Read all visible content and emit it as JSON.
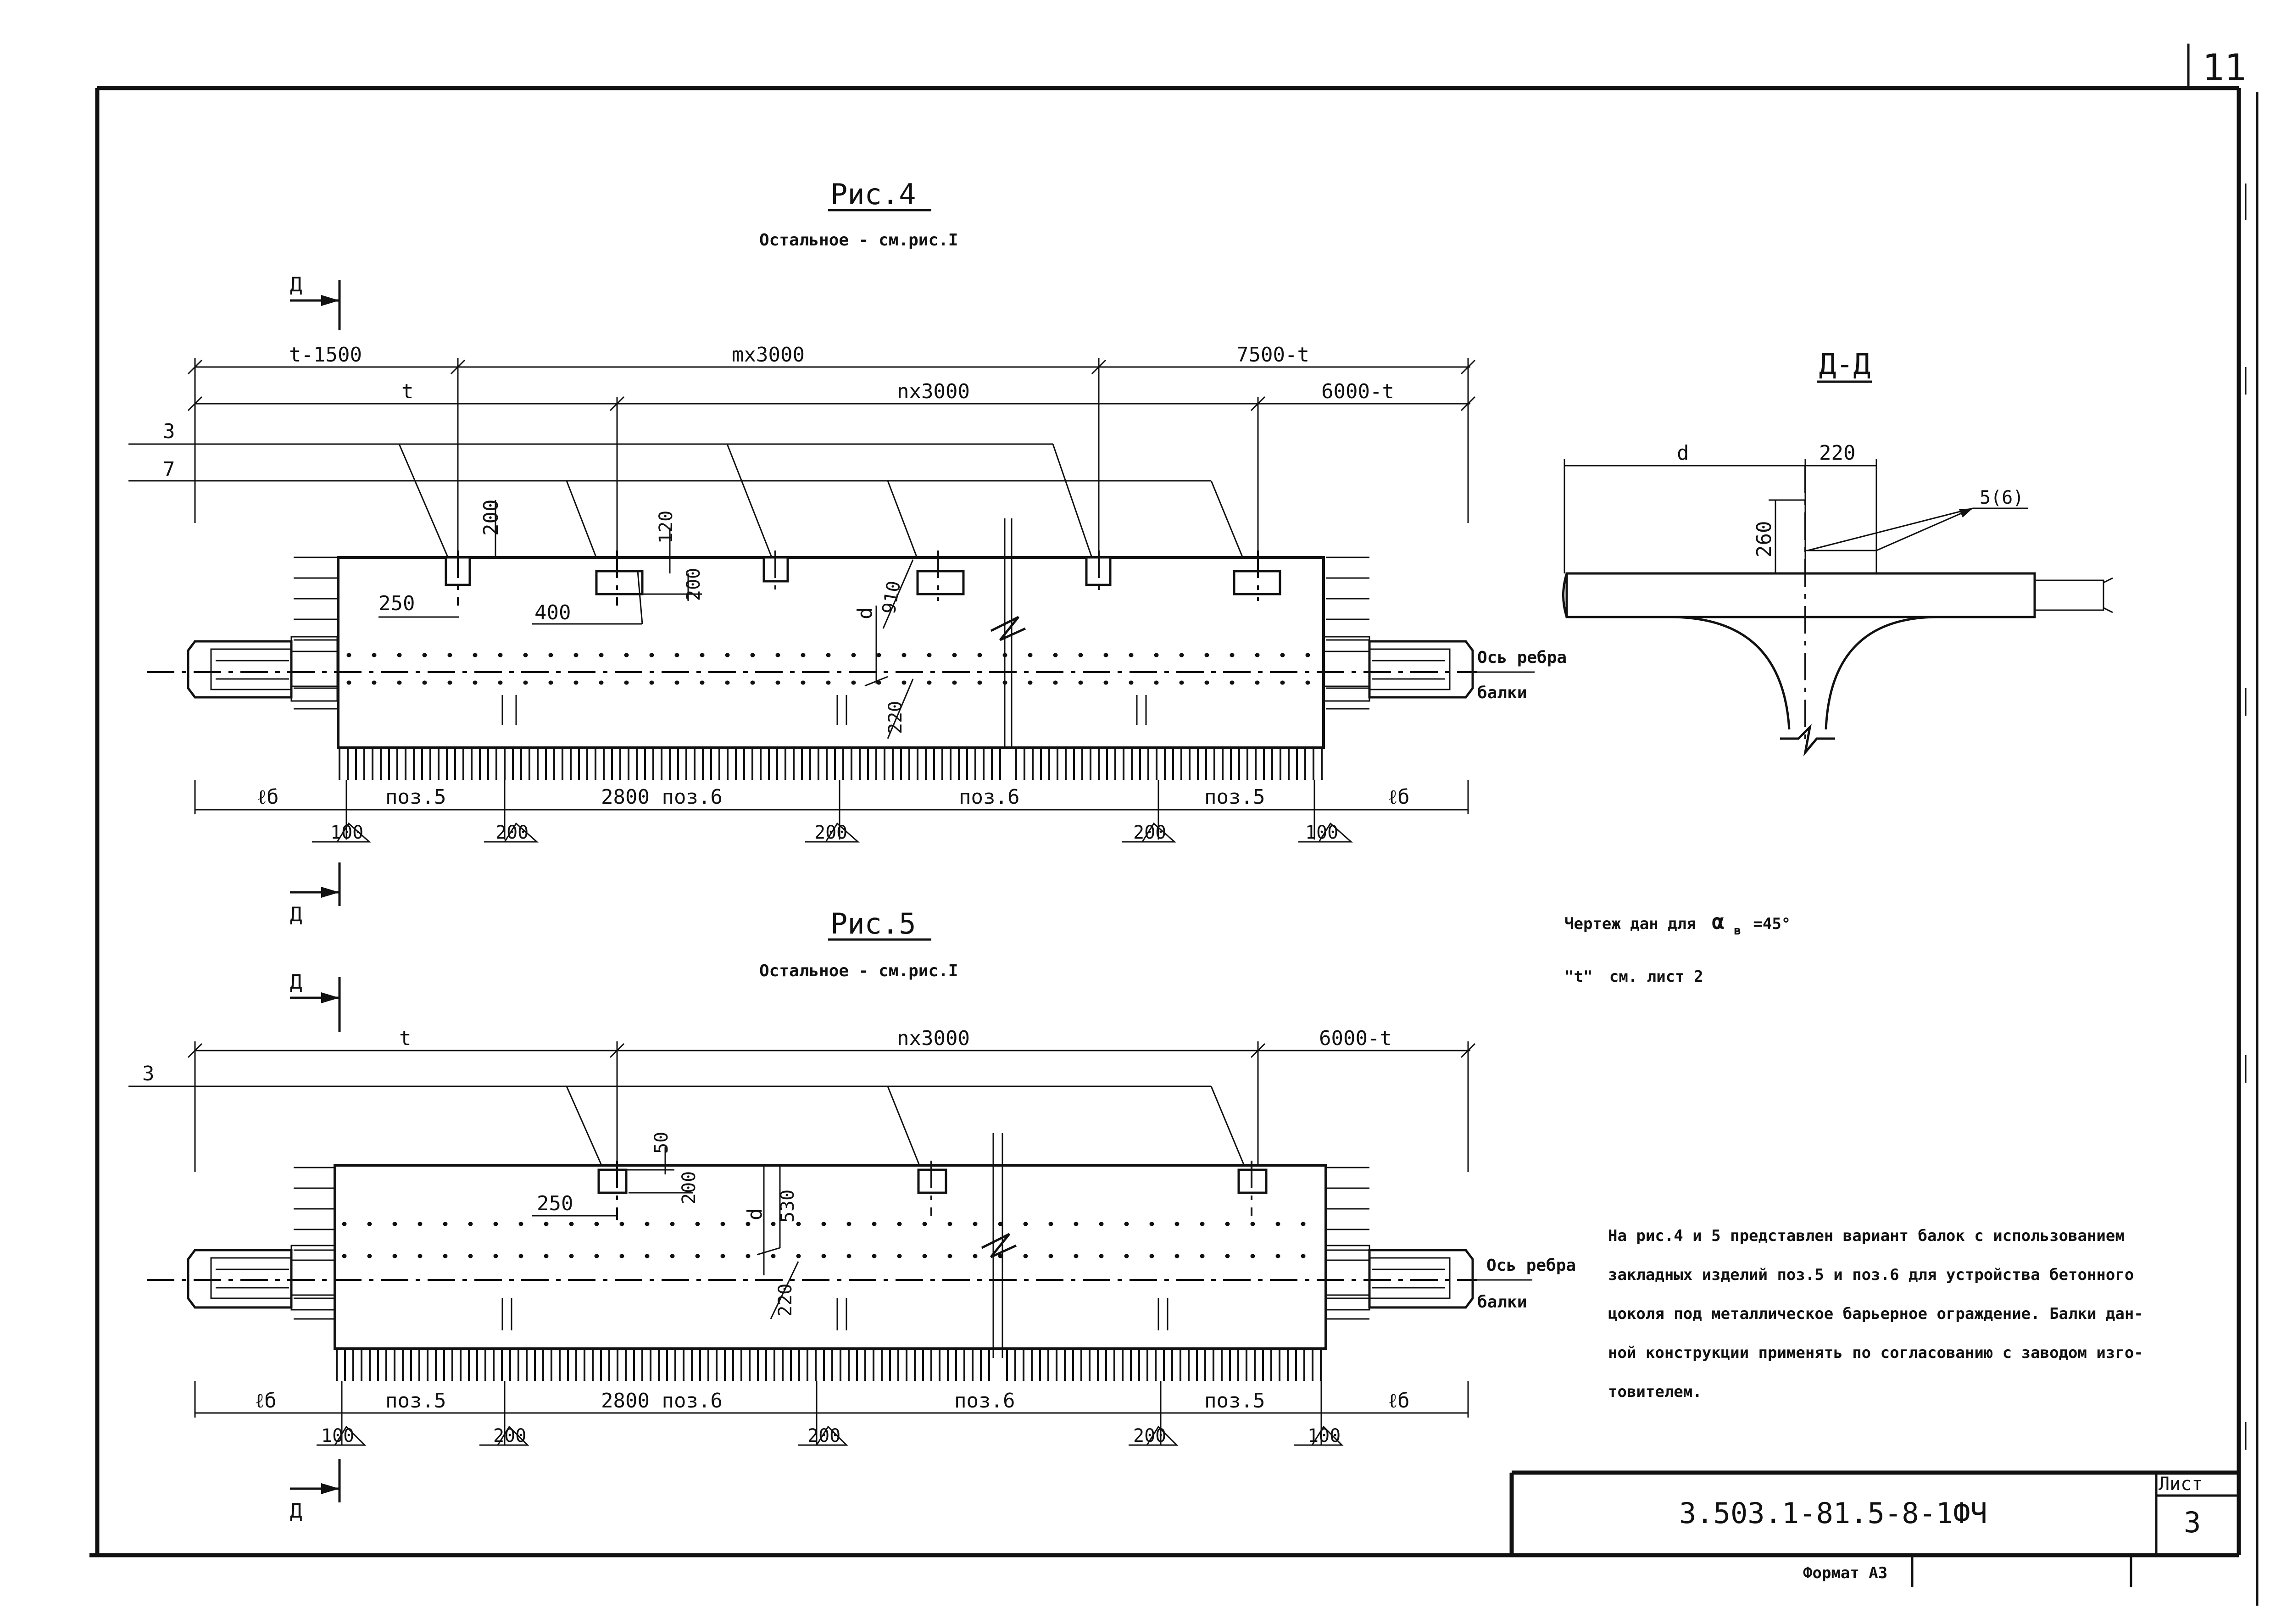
{
  "page_number": "11",
  "section_mark": "Д",
  "fig4": {
    "title": "Рис.4",
    "subtitle": "Остальное - см.рис.I",
    "dims_top": {
      "a": "t-1500",
      "b": "mx3000",
      "c": "7500-t"
    },
    "dims_second": {
      "a": "t",
      "b": "nx3000",
      "c": "6000-t"
    },
    "leaders": {
      "pos3": "3",
      "pos7": "7"
    },
    "insert_dims": {
      "h200": "200",
      "w250": "250",
      "w400": "400",
      "h120": "120",
      "h200b": "200",
      "d910": "910",
      "d": "d",
      "d220": "220"
    },
    "axis_label": "Ось ребра",
    "axis_label2": "балки",
    "bottom": {
      "lb": "ℓб",
      "pos5": "поз.5",
      "mid": "2800 поз.6",
      "pos6": "поз.6"
    },
    "marks": [
      "100",
      "200",
      "200",
      "200",
      "100"
    ]
  },
  "fig5": {
    "title": "Рис.5",
    "subtitle": "Остальное - см.рис.I",
    "dims_top": {
      "a": "t",
      "b": "nx3000",
      "c": "6000-t"
    },
    "leaders": {
      "pos3": "3"
    },
    "insert_dims": {
      "h50": "50",
      "w250": "250",
      "h200": "200",
      "d": "d",
      "d530": "530",
      "d220": "220"
    },
    "axis_label": "Ось ребра",
    "axis_label2": "балки",
    "bottom": {
      "lb": "ℓб",
      "pos5": "поз.5",
      "mid": "2800 поз.6",
      "pos6": "поз.6"
    },
    "marks": [
      "100",
      "200",
      "200",
      "200",
      "100"
    ]
  },
  "section_dd": {
    "title": "Д-Д",
    "dim_d": "d",
    "dim_220": "220",
    "dim_260": "260",
    "callout": "5(6)"
  },
  "notes": {
    "drawing_for_prefix": "Чертеж дан для",
    "alpha_symbol": "α",
    "alpha_sub": "в",
    "alpha_value": "=45°",
    "t_ref_mark": "\"t\"",
    "t_ref_text": "см. лист 2",
    "paragraph": [
      "На рис.4 и 5 представлен вариант балок с использованием",
      "закладных изделий поз.5 и поз.6 для устройства бетонного",
      "цоколя под металлическое барьерное ограждение. Балки дан-",
      "ной конструкции применять по согласованию с заводом изго-",
      "товителем."
    ]
  },
  "title_block": {
    "code": "3.503.1-81.5-8-1ФЧ",
    "sheet_label": "Лист",
    "sheet_number": "3",
    "format_label": "Формат А3"
  }
}
